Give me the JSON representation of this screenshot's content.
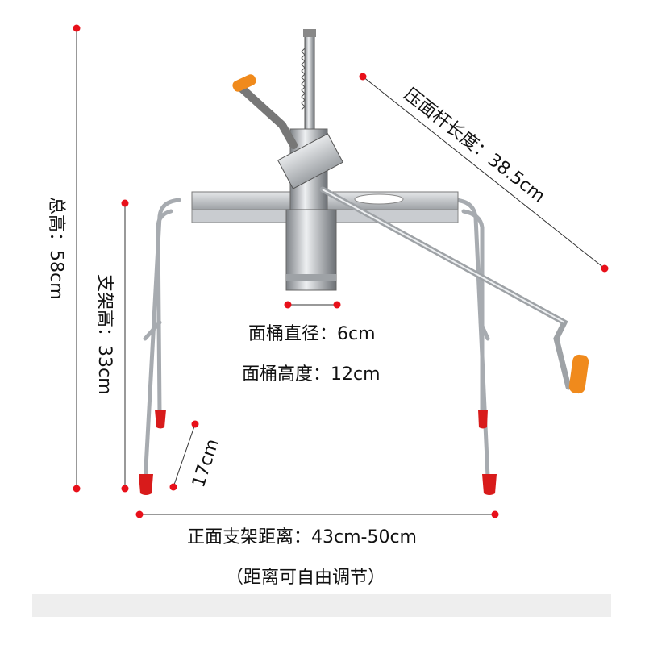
{
  "dimensions": {
    "total_height": "总高：58cm",
    "stand_height": "支架高：33cm",
    "lever_length": "压面杆长度：38.5cm",
    "barrel_diameter": "面桶直径：6cm",
    "barrel_height": "面桶高度：12cm",
    "side_depth": "17cm",
    "front_distance": "正面支架距离：43cm-50cm",
    "adjustable_note": "（距离可自由调节）"
  },
  "colors": {
    "marker": "#e8101a",
    "handle": "#f08a1c",
    "foot": "#d81b1b",
    "steel": "#b8bcc0"
  }
}
